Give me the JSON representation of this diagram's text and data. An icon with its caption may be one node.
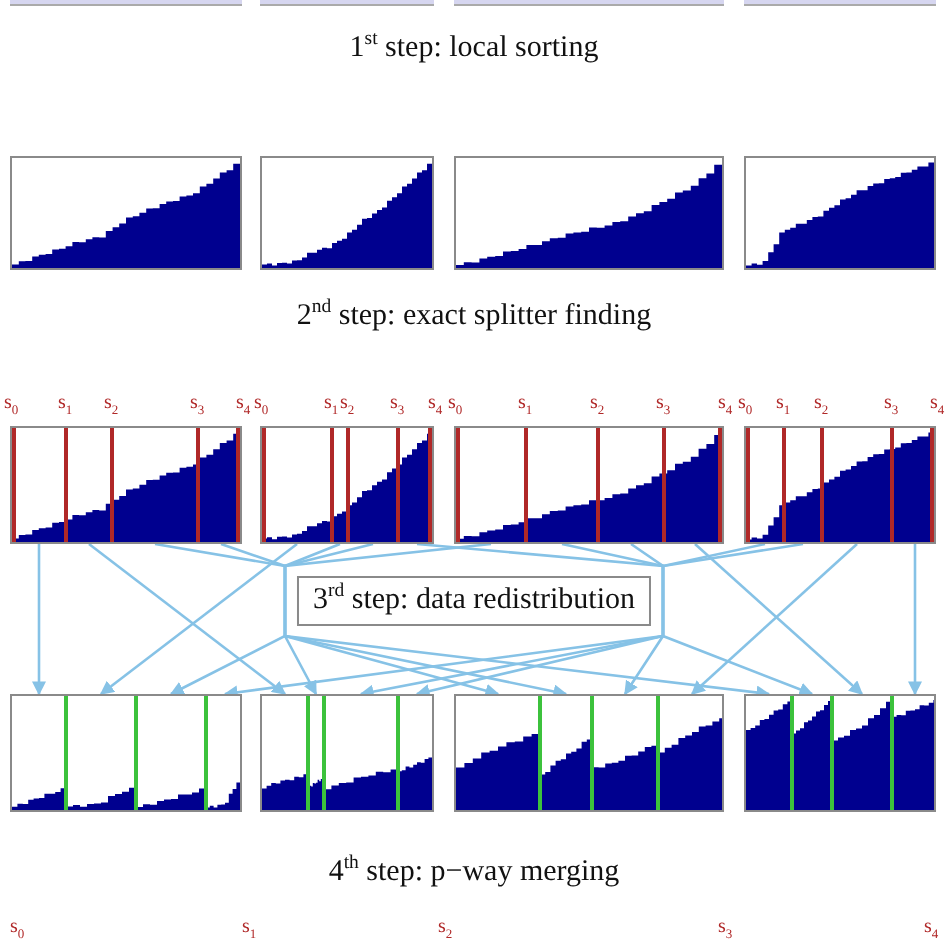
{
  "diagram": {
    "nodes": [
      {
        "text": [],
        "shape": "bar"
      },
      {
        "text": [],
        "shape": "bar"
      },
      {
        "text": [],
        "shape": "bar"
      },
      {
        "text": [],
        "shape": "bar"
      },
      {
        "text": [],
        "shape": "box"
      },
      {
        "text": [],
        "shape": "box"
      },
      {
        "text": [],
        "shape": "box"
      },
      {
        "text": [],
        "shape": "box"
      },
      {
        "text": [],
        "shape": "box",
        "beside": [
          "s$_{0}$",
          "s$_{1}$",
          "s$_{2}$",
          "s$_{3}$",
          "s$_{4}$"
        ]
      },
      {
        "text": [],
        "shape": "box",
        "beside": [
          "s$_{0}$",
          "s$_{1}$",
          "s$_{2}$",
          "s$_{3}$",
          "s$_{4}$"
        ]
      },
      {
        "text": [],
        "shape": "box",
        "beside": [
          "s$_{0}$",
          "s$_{1}$",
          "s$_{2}$",
          "s$_{3}$",
          "s$_{4}$"
        ]
      },
      {
        "text": [],
        "shape": "box",
        "beside": [
          "s$_{0}$",
          "s$_{1}$",
          "s$_{2}$",
          "s$_{3}$",
          "s$_{4}$"
        ]
      },
      {
        "text": [
          "3$^{rd}$ step: data redistribution"
        ]
      },
      {
        "text": [],
        "shape": "box"
      },
      {
        "text": [],
        "shape": "box"
      },
      {
        "text": [],
        "shape": "box"
      },
      {
        "text": [],
        "shape": "box"
      }
    ],
    "edges": [
      {
        "from": 8,
        "to": 13,
        "arrow": "to"
      },
      {
        "from": 8,
        "to": 14,
        "arrow": "to"
      },
      {
        "from": 8,
        "to": 15,
        "arrow": "to"
      },
      {
        "from": 8,
        "to": 16,
        "arrow": "to"
      },
      {
        "from": 9,
        "to": 13,
        "arrow": "to"
      },
      {
        "from": 9,
        "to": 14,
        "arrow": "to"
      },
      {
        "from": 9,
        "to": 15,
        "arrow": "to"
      },
      {
        "from": 9,
        "to": 16,
        "arrow": "to"
      },
      {
        "from": 10,
        "to": 13,
        "arrow": "to"
      },
      {
        "from": 10,
        "to": 14,
        "arrow": "to"
      },
      {
        "from": 10,
        "to": 15,
        "arrow": "to"
      },
      {
        "from": 10,
        "to": 16,
        "arrow": "to"
      },
      {
        "from": 11,
        "to": 13,
        "arrow": "to"
      },
      {
        "from": 11,
        "to": 14,
        "arrow": "to"
      },
      {
        "from": 11,
        "to": 15,
        "arrow": "to"
      },
      {
        "from": 11,
        "to": 16,
        "arrow": "to"
      }
    ],
    "labels": [
      "1$^{st}$ step: local sorting",
      "2$^{nd}$ step: exact splitter finding",
      "4$^{th}$ step: p−way merging",
      "s$_{0}$",
      "s$_{1}$",
      "s$_{2}$",
      "s$_{3}$",
      "s$_{4}$"
    ]
  }
}
